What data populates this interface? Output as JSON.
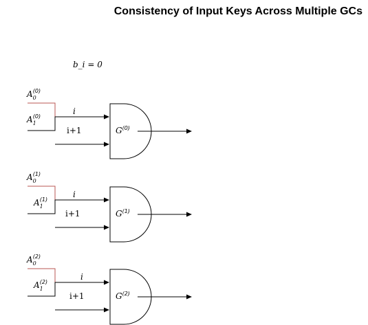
{
  "title": "Consistency of Input Keys Across Multiple GCs",
  "condition": "b_i = 0",
  "wire_labels": {
    "upper": "i",
    "lower": "i+1"
  },
  "circuits": [
    {
      "gate_index": "(0)",
      "key_zero": {
        "base": "A",
        "sup": "(0)",
        "sub": "0"
      },
      "key_one": {
        "base": "A",
        "sup": "(0)",
        "sub": "1"
      }
    },
    {
      "gate_index": "(1)",
      "key_zero": {
        "base": "A",
        "sup": "(1)",
        "sub": "0"
      },
      "key_one": {
        "base": "A",
        "sup": "(1)",
        "sub": "1"
      }
    },
    {
      "gate_index": "(2)",
      "key_zero": {
        "base": "A",
        "sup": "(2)",
        "sub": "0"
      },
      "key_one": {
        "base": "A",
        "sup": "(2)",
        "sub": "1"
      }
    }
  ],
  "colors": {
    "wire": "#000000",
    "key_zero_wire": "#b85450",
    "text": "#000000",
    "background": "#ffffff"
  }
}
